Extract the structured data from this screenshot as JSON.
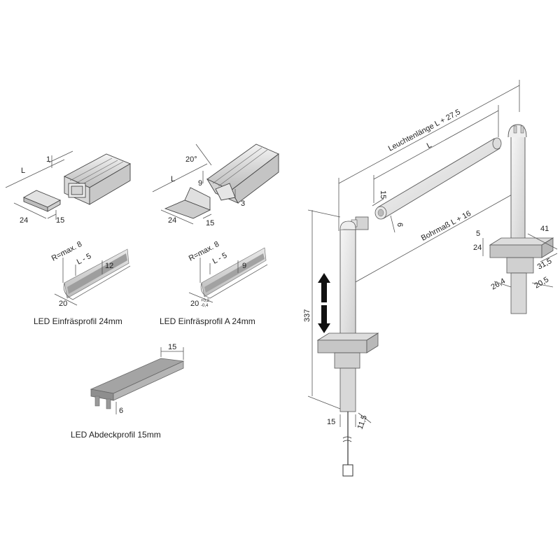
{
  "captions": {
    "profile_24": "LED Einfräsprofil 24mm",
    "profile_a_24": "LED Einfräsprofil A 24mm",
    "cover_15": "LED Abdeckprofil 15mm"
  },
  "dims_left": {
    "l": "L",
    "h1": "1",
    "w24": "24",
    "w15": "15",
    "radius": "R=max. 8",
    "l_minus": "L - 5",
    "h12": "12",
    "w20": "20"
  },
  "dims_middle": {
    "angle": "20°",
    "l": "L",
    "h9": "9",
    "h3": "3",
    "w24": "24",
    "w15": "15",
    "radius": "R=max. 8",
    "l_minus": "L - 5",
    "h9b": "9",
    "w20": "20",
    "tol_plus": "+0,2",
    "tol_minus": "-0,4"
  },
  "dims_cover": {
    "w15": "15",
    "h6": "6"
  },
  "dims_lamp": {
    "lamp_length": "Leuchtenlänge L + 27,5",
    "l": "L",
    "h15": "15",
    "d6": "6",
    "bore": "Bohrmaß L + 16",
    "h337": "337",
    "w15": "15",
    "w11_5": "11,5",
    "h5": "5",
    "h24": "24",
    "w41": "41",
    "w31_5": "31,5",
    "w26_4": "26,4",
    "w20_5": "20,5"
  }
}
